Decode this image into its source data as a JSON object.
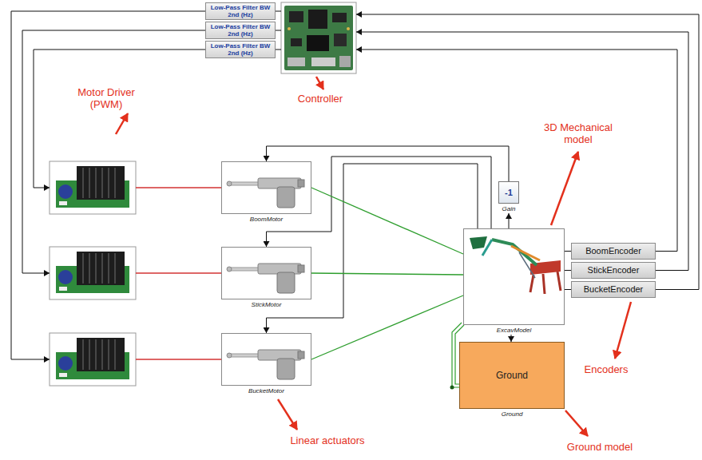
{
  "diagram": {
    "nodes": [
      {
        "text": [
          "Low-Pass Filter BW 2nd (Hz)"
        ]
      },
      {
        "text": [
          "Low-Pass Filter BW 2nd (Hz)"
        ]
      },
      {
        "text": [
          "Low-Pass Filter BW 2nd (Hz)"
        ]
      },
      {
        "text": [
          "BoomMotor"
        ]
      },
      {
        "text": [
          "StickMotor"
        ]
      },
      {
        "text": [
          "BucketMotor"
        ]
      },
      {
        "text": [
          "-1",
          "Gain"
        ]
      },
      {
        "text": [
          "ExcavModel"
        ]
      },
      {
        "text": [
          "BoomEncoder"
        ]
      },
      {
        "text": [
          "StickEncoder"
        ]
      },
      {
        "text": [
          "BucketEncoder"
        ]
      },
      {
        "text": [
          "Ground",
          "Ground"
        ]
      }
    ],
    "edges": [
      {
        "from": 7,
        "to": 6,
        "arrow": "to"
      },
      {
        "from": 6,
        "to": 3,
        "arrow": "to"
      },
      {
        "from": 7,
        "to": 4,
        "arrow": "to"
      },
      {
        "from": 7,
        "to": 5,
        "arrow": "to"
      },
      {
        "from": 3,
        "to": 7,
        "arrow": "none"
      },
      {
        "from": 4,
        "to": 7,
        "arrow": "none"
      },
      {
        "from": 5,
        "to": 7,
        "arrow": "none"
      },
      {
        "from": 7,
        "to": 8,
        "arrow": "none"
      },
      {
        "from": 7,
        "to": 9,
        "arrow": "none"
      },
      {
        "from": 7,
        "to": 10,
        "arrow": "none"
      },
      {
        "from": 7,
        "to": 11,
        "arrow": "to"
      }
    ],
    "labels": [
      "Motor Driver (PWM)",
      "Controller",
      "3D Mechanical model",
      "Encoders",
      "Linear actuators",
      "Ground model"
    ]
  }
}
